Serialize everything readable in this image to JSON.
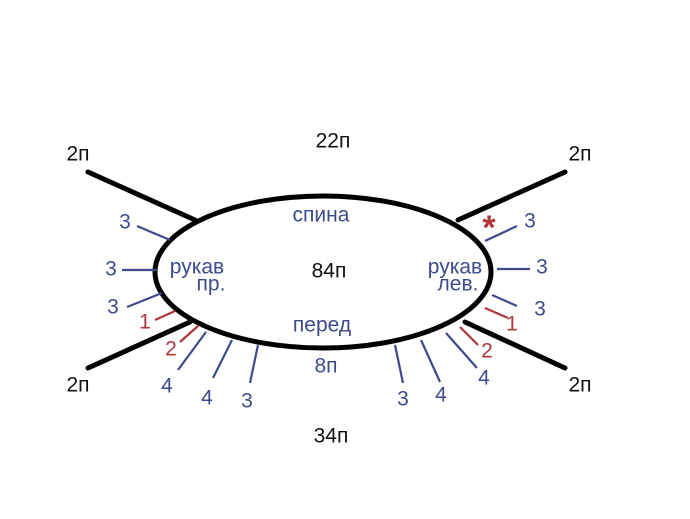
{
  "colors": {
    "black": "#000000",
    "blue": "#3d4a8c",
    "red": "#b0353a"
  },
  "labels": {
    "back_stitches": "22п",
    "front_stitches": "34п",
    "front_center": "8п",
    "total": "84п",
    "raglan_tl": "2п",
    "raglan_tr": "2п",
    "raglan_bl": "2п",
    "raglan_br": "2п",
    "back": "спина",
    "front": "перед",
    "sleeve_right_1": "рукав",
    "sleeve_right_2": "пр.",
    "sleeve_left_1": "рукав",
    "sleeve_left_2": "лев.",
    "star": "*"
  },
  "left_marks": [
    "3",
    "3",
    "3",
    "1",
    "2",
    "4",
    "4",
    "3"
  ],
  "right_marks": [
    "3",
    "3",
    "3",
    "1",
    "2",
    "4",
    "4",
    "3"
  ]
}
